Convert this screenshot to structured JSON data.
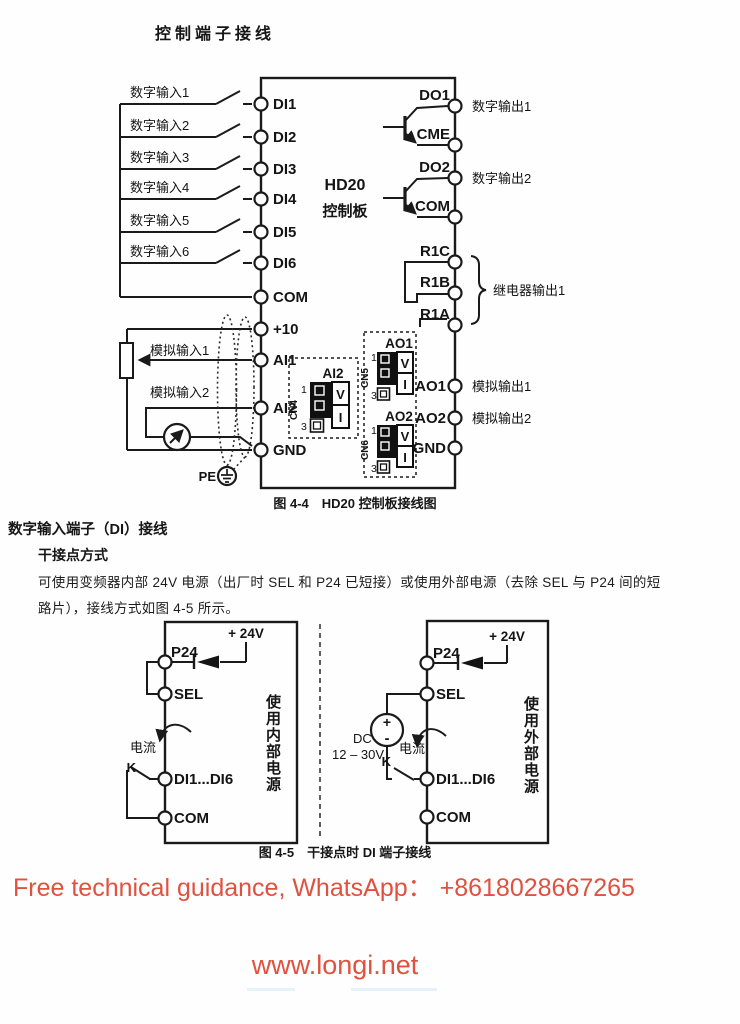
{
  "page": {
    "title": "控制端子接线"
  },
  "fig44": {
    "caption": "图 4-4　HD20 控制板接线图",
    "board": {
      "line1": "HD20",
      "line2": "控制板"
    },
    "digital_inputs": [
      "数字输入1",
      "数字输入2",
      "数字输入3",
      "数字输入4",
      "数字输入5",
      "数字输入6"
    ],
    "left_terminals": [
      "DI1",
      "DI2",
      "DI3",
      "DI4",
      "DI5",
      "DI6",
      "COM",
      "+10",
      "AI1",
      "AI2",
      "GND"
    ],
    "right_terminals": [
      "DO1",
      "CME",
      "DO2",
      "COM",
      "R1C",
      "R1B",
      "R1A",
      "AO1",
      "AO2",
      "GND"
    ],
    "output_labels": [
      "数字输出1",
      "数字输出2",
      "继电器输出1",
      "模拟输出1",
      "模拟输出2"
    ],
    "analog_inputs": [
      "模拟输入1",
      "模拟输入2"
    ],
    "pe": "PE",
    "jumpers": {
      "ai2": {
        "title": "AI2",
        "name": "CN4",
        "pin_top": "1",
        "pin_bottom": "3",
        "v": "V",
        "i": "I"
      },
      "ao1": {
        "title": "AO1",
        "name": "CN5",
        "pin_top": "1",
        "pin_bottom": "3",
        "v": "V",
        "i": "I"
      },
      "ao2": {
        "title": "AO2",
        "name": "CN6",
        "pin_top": "1",
        "pin_bottom": "3",
        "v": "V",
        "i": "I"
      }
    }
  },
  "section": {
    "heading": "数字输入端子（DI）接线",
    "subheading": "干接点方式",
    "body_line1": "可使用变频器内部 24V 电源（出厂时 SEL 和 P24 已短接）或使用外部电源（去除 SEL 与 P24 间的短",
    "body_line2": "路片），接线方式如图 4-5 所示。"
  },
  "fig45": {
    "caption": "图 4-5　干接点时 DI 端子接线",
    "internal": {
      "terminals": [
        "P24",
        "SEL",
        "DI1...DI6",
        "COM"
      ],
      "supply": "+ 24V",
      "current": "电流",
      "switch": "K",
      "mode": "使用内部电源"
    },
    "external": {
      "terminals": [
        "P24",
        "SEL",
        "DI1...DI6",
        "COM"
      ],
      "supply": "+ 24V",
      "dc": "DC",
      "dc_range": "12 – 30V",
      "current": "电流",
      "switch": "K",
      "mode": "使用外部电源",
      "plus": "+",
      "minus": "-"
    }
  },
  "footer": {
    "promo": "Free technical guidance, WhatsApp： +8618028667265",
    "website": "www.longi.net"
  },
  "colors": {
    "accent_red": "#E0513F",
    "ink": "#1A1A1A"
  }
}
